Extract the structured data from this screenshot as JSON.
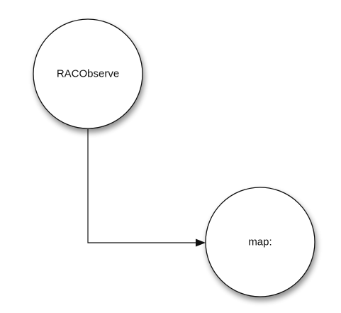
{
  "diagram": {
    "nodes": [
      {
        "id": "racobserve",
        "label": "RACObserve"
      },
      {
        "id": "map",
        "label": "map:"
      }
    ],
    "edges": [
      {
        "from": "racobserve",
        "to": "map"
      }
    ]
  }
}
